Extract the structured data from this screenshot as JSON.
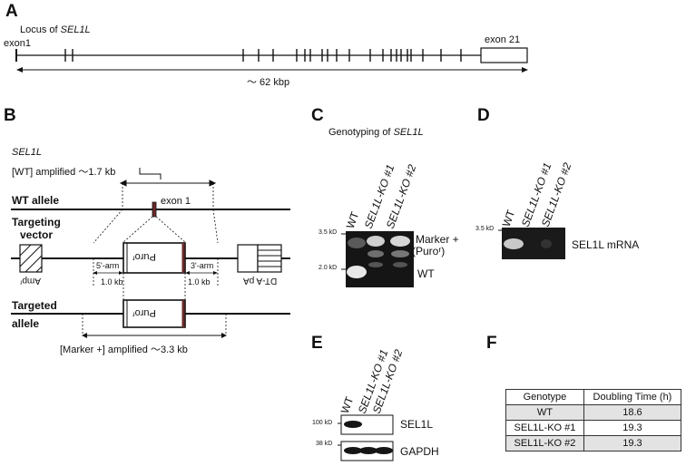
{
  "panels": {
    "A": "A",
    "B": "B",
    "C": "C",
    "D": "D",
    "E": "E",
    "F": "F"
  },
  "panelA": {
    "title_prefix": "Locus of ",
    "gene": "SEL1L",
    "exon_first": "exon1",
    "exon_last": "exon 21",
    "length": "～ 62 kbp"
  },
  "panelB": {
    "gene": "SEL1L",
    "wt_amplified": "[WT] amplified ～1.7 kb",
    "wt_allele": "WT allele",
    "exon1": "exon 1",
    "targeting_vector_1": "Targeting",
    "targeting_vector_2": "vector",
    "targeted_allele_1": "Targeted",
    "targeted_allele_2": "allele",
    "puro": "Puroʳ",
    "amp": "Ampʳ",
    "dta": "DT-A pA",
    "arm5": "5'-arm",
    "arm3": "3'-arm",
    "kb5": "1.0 kb",
    "kb3": "1.0 kb",
    "marker_amplified": "[Marker +] amplified ～3.3 kb"
  },
  "panelC": {
    "title_prefix": "Genotyping of ",
    "gene": "SEL1L",
    "lanes": [
      "WT",
      "SEL1L-KO #1",
      "SEL1L-KO #2"
    ],
    "size_high": "3.5 kD",
    "size_low": "2.0 kD",
    "band_marker_1": "Marker +",
    "band_marker_2": "(Puroʳ)",
    "band_wt": "WT"
  },
  "panelD": {
    "lanes": [
      "WT",
      "SEL1L-KO #1",
      "SEL1L-KO #2"
    ],
    "size": "3.5 kD",
    "band": "SEL1L mRNA"
  },
  "panelE": {
    "lanes": [
      "WT",
      "SEL1L-KO #1",
      "SEL1L-KO #2"
    ],
    "size_top": "100 kD",
    "size_bottom": "38 kD",
    "band_top": "SEL1L",
    "band_bottom": "GAPDH"
  },
  "panelF": {
    "headers": [
      "Genotype",
      "Doubling Time (h)"
    ],
    "rows": [
      {
        "genotype": "WT",
        "time": "18.6"
      },
      {
        "genotype": "SEL1L-KO #1",
        "time": "19.3"
      },
      {
        "genotype": "SEL1L-KO #2",
        "time": "19.3"
      }
    ]
  }
}
